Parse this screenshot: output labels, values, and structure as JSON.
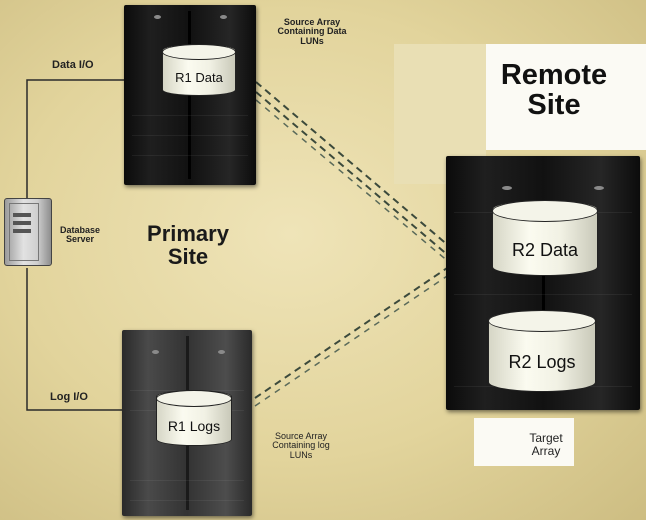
{
  "primary_site": {
    "title_line1": "Primary",
    "title_line2": "Site"
  },
  "remote_site": {
    "title_line1": "Remote",
    "title_line2": "Site"
  },
  "source_array_top": {
    "disk_label": "R1 Data",
    "caption_line1": "Source Array",
    "caption_line2": "Containing Data",
    "caption_line3": "LUNs"
  },
  "source_array_bottom": {
    "disk_label": "R1 Logs",
    "caption_line1": "Source Array",
    "caption_line2": "Containing log",
    "caption_line3": "LUNs"
  },
  "target_array": {
    "disk_top_label": "R2 Data",
    "disk_bottom_label": "R2 Logs",
    "caption_line1": "Target",
    "caption_line2": "Array"
  },
  "database_server": {
    "label_line1": "Database",
    "label_line2": "Server"
  },
  "connections": {
    "data_io": "Data I/O",
    "log_io": "Log I/O"
  },
  "colors": {
    "background": "#e8dba8",
    "rack": "#111111",
    "disk": "#f4f4e9",
    "link": "#3c4a3c"
  }
}
